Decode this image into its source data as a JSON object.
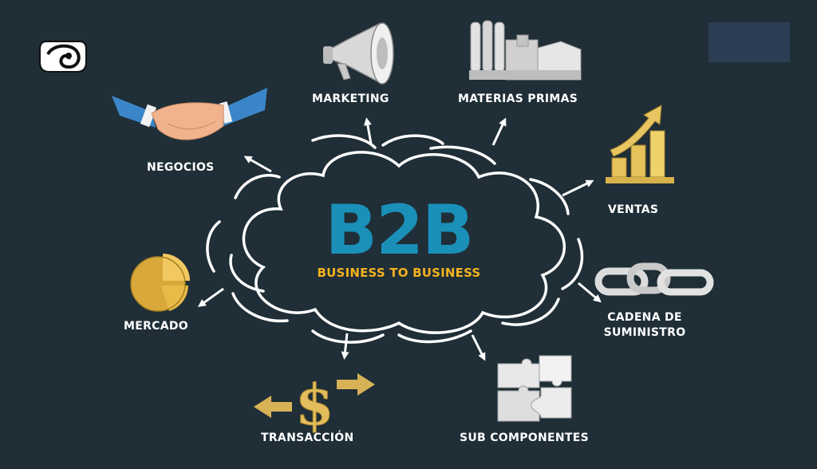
{
  "center": {
    "title": "B2B",
    "subtitle": "BUSINESS TO BUSINESS"
  },
  "nodes": {
    "marketing": "MARKETING",
    "materias_primas": "MATERIAS PRIMAS",
    "negocios": "NEGOCIOS",
    "ventas": "VENTAS",
    "mercado": "MERCADO",
    "cadena_line1": "CADENA DE",
    "cadena_line2": "SUMINISTRO",
    "transaccion": "TRANSACCIÓN",
    "sub_componentes": "SUB COMPONENTES"
  },
  "icons": {
    "logo": "brand-logo-icon",
    "marketing": "megaphone-icon",
    "materias_primas": "factory-icon",
    "negocios": "handshake-icon",
    "ventas": "growth-bar-chart-icon",
    "mercado": "pie-chart-icon",
    "cadena": "chain-link-icon",
    "transaccion": "dollar-exchange-icon",
    "sub_componentes": "puzzle-pieces-icon"
  },
  "colors": {
    "background": "#1f2e37",
    "title_blue": "#1a90b8",
    "subtitle_gold": "#f3b21e",
    "text_white": "#ffffff"
  }
}
